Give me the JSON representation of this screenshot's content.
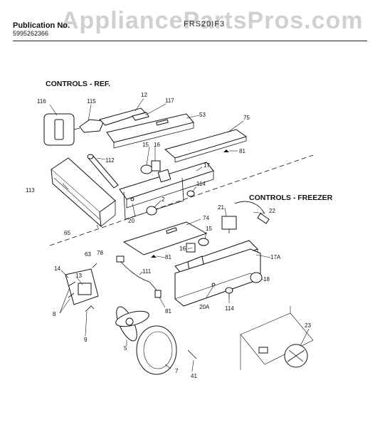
{
  "header": {
    "publication_label": "Publication No.",
    "publication_number": "5995262366",
    "model": "FRS20IF3",
    "watermark": "AppliancePartsPros.com"
  },
  "sections": {
    "ref": "CONTROLS - REF.",
    "freezer": "CONTROLS - FREEZER"
  },
  "callouts": {
    "c116": "116",
    "c115": "115",
    "c12": "12",
    "c117": "117",
    "c53": "53",
    "c75": "75",
    "c15a": "15",
    "c16a": "16",
    "c112": "112",
    "c17": "17",
    "c81a": "81",
    "c113": "113",
    "c114a": "114",
    "c2": "2",
    "c20": "20",
    "c22": "22",
    "c21": "21",
    "c74": "74",
    "c15b": "15",
    "c65": "65",
    "c16b": "16",
    "c81b": "81",
    "c63": "63",
    "c78": "78",
    "c17a": "17A",
    "c14": "14",
    "c111": "111",
    "c18": "18",
    "c13": "13",
    "c8": "8",
    "c81c": "81",
    "c20a": "20A",
    "c114b": "114",
    "c23": "23",
    "c9": "9",
    "c5": "5",
    "c7": "7",
    "c41": "41"
  }
}
